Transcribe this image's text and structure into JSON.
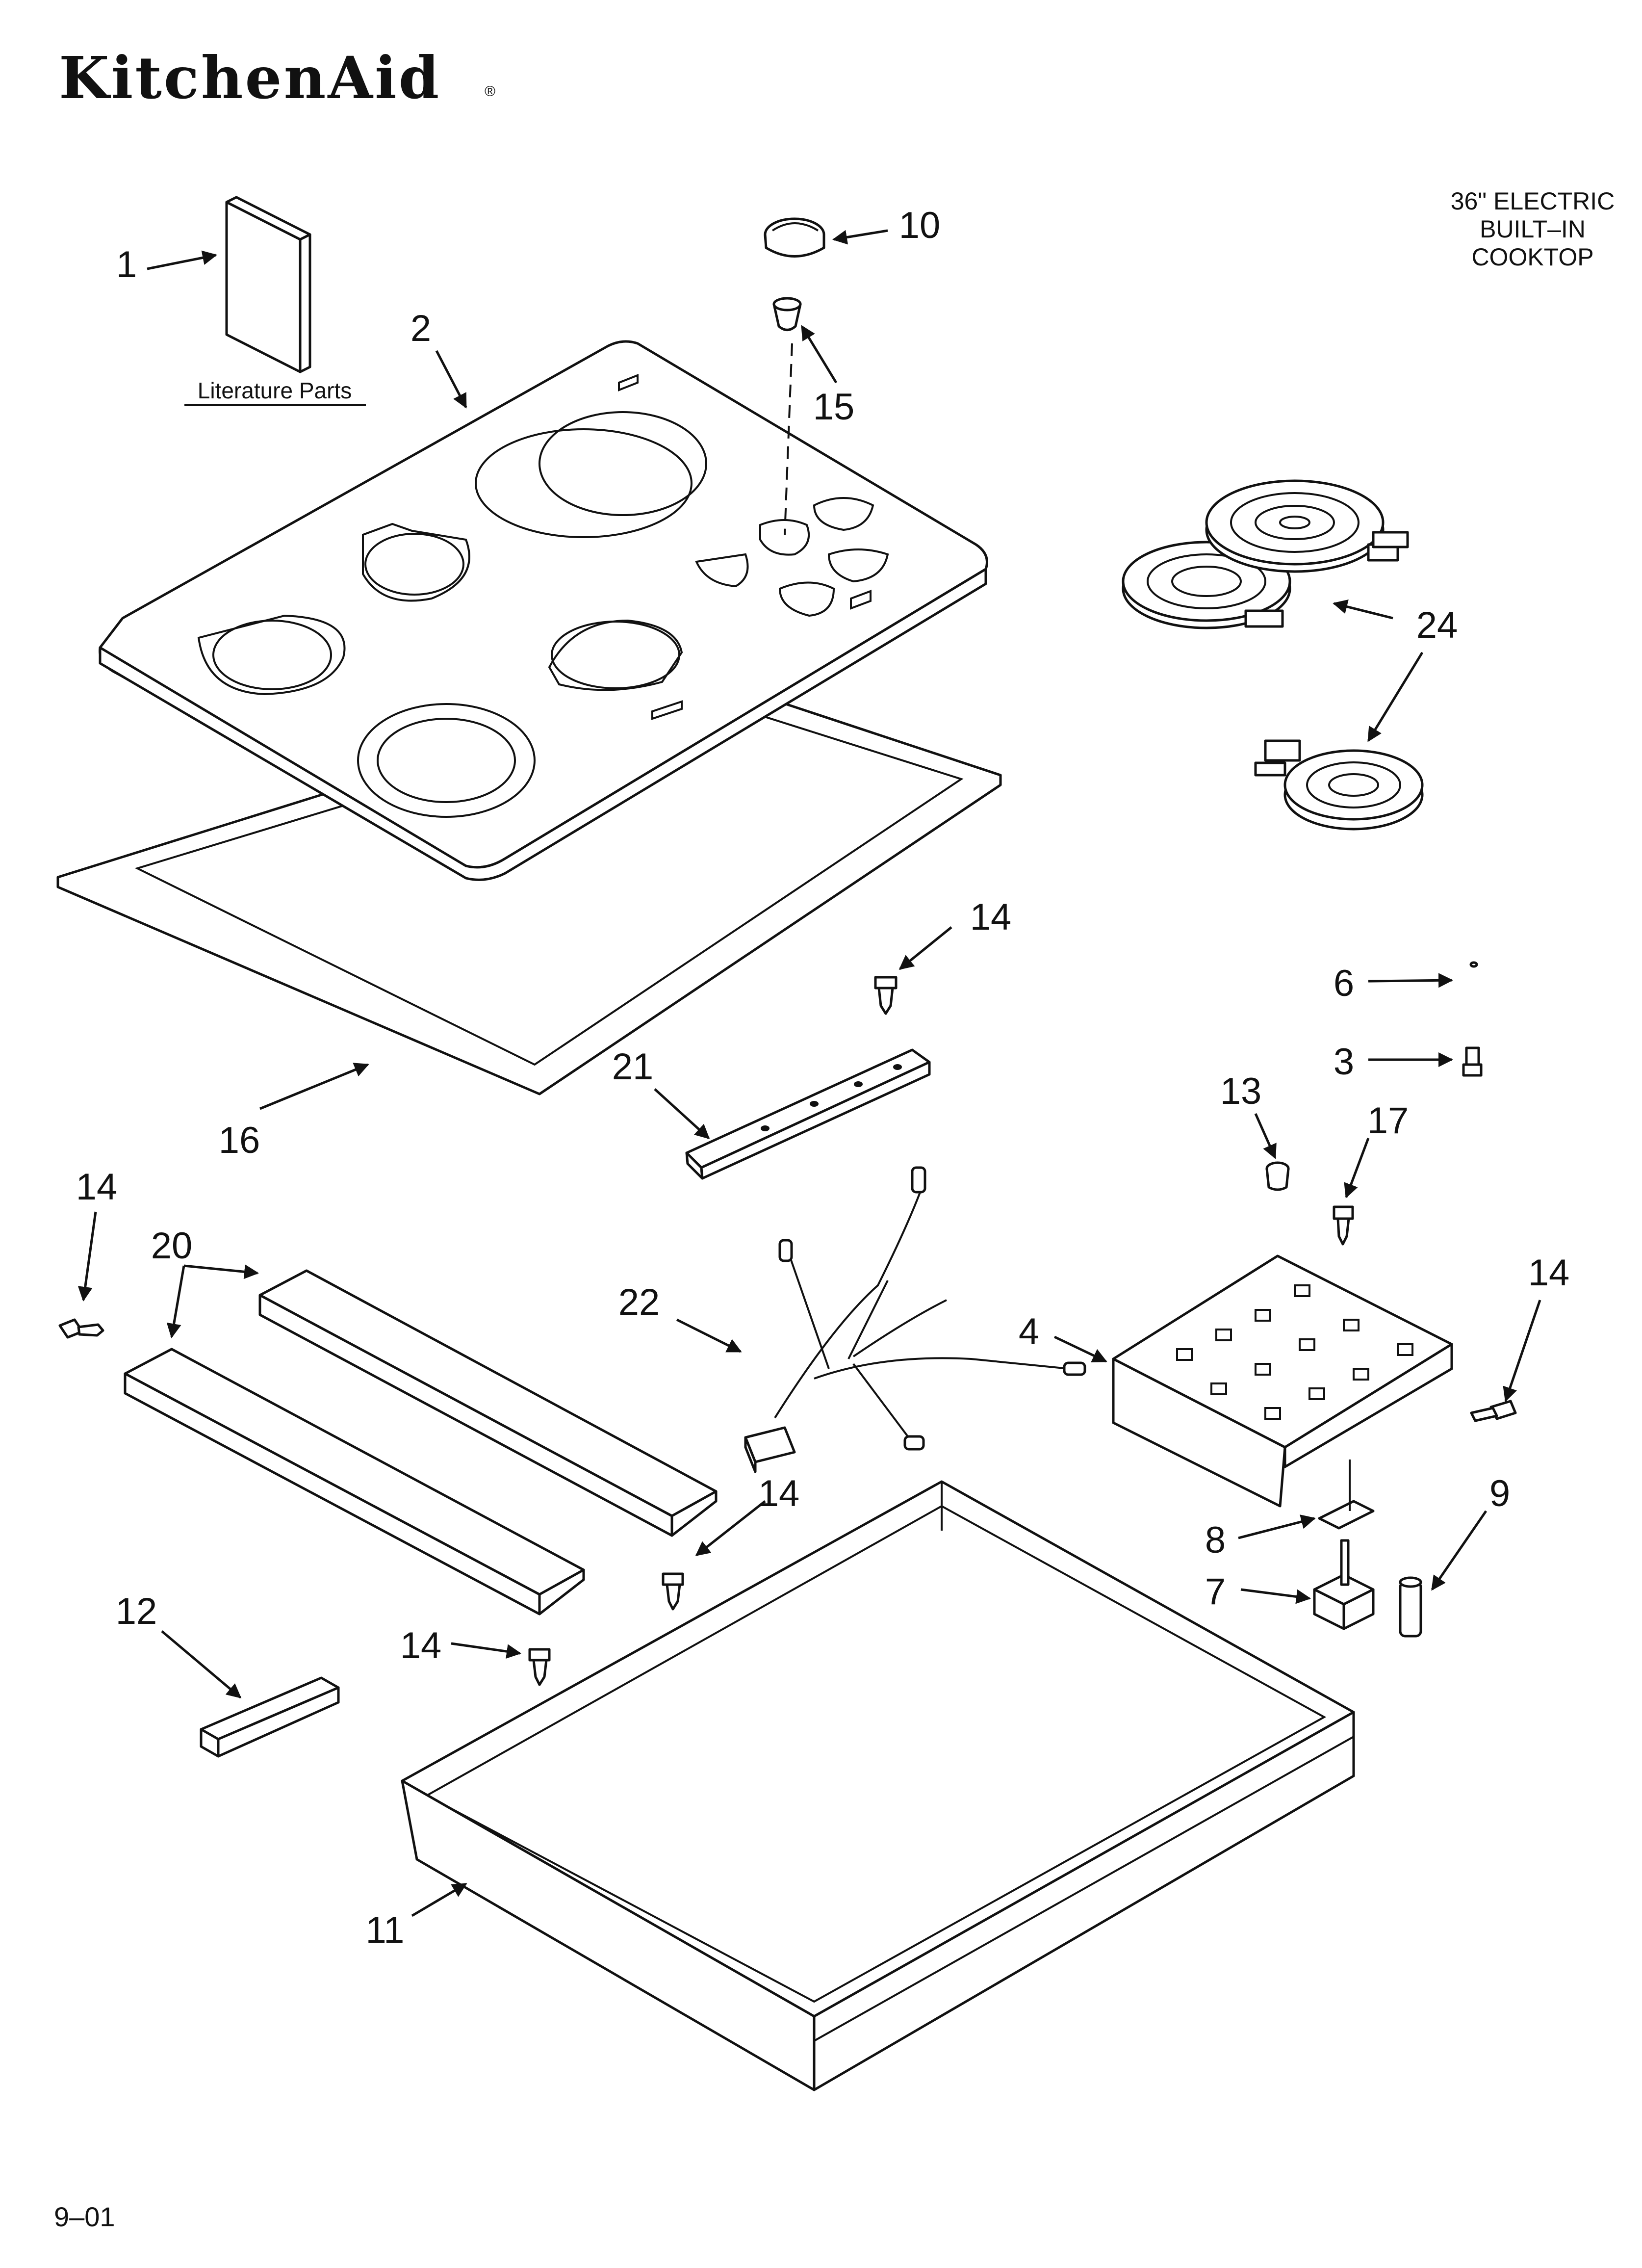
{
  "brand": {
    "name": "KitchenAid",
    "registered": "®"
  },
  "title": {
    "line1": "36\" ELECTRIC",
    "line2": "BUILT–IN",
    "line3": "COOKTOP"
  },
  "literature_caption": "Literature Parts",
  "footer": {
    "date_code": "9–01"
  },
  "callouts": {
    "c1": "1",
    "c2": "2",
    "c3": "3",
    "c4": "4",
    "c6": "6",
    "c7": "7",
    "c8": "8",
    "c9": "9",
    "c10": "10",
    "c11": "11",
    "c12": "12",
    "c13": "13",
    "c14a": "14",
    "c14b": "14",
    "c14c": "14",
    "c14d": "14",
    "c14e": "14",
    "c15": "15",
    "c16": "16",
    "c17": "17",
    "c20": "20",
    "c21": "21",
    "c22": "22",
    "c24": "24"
  }
}
